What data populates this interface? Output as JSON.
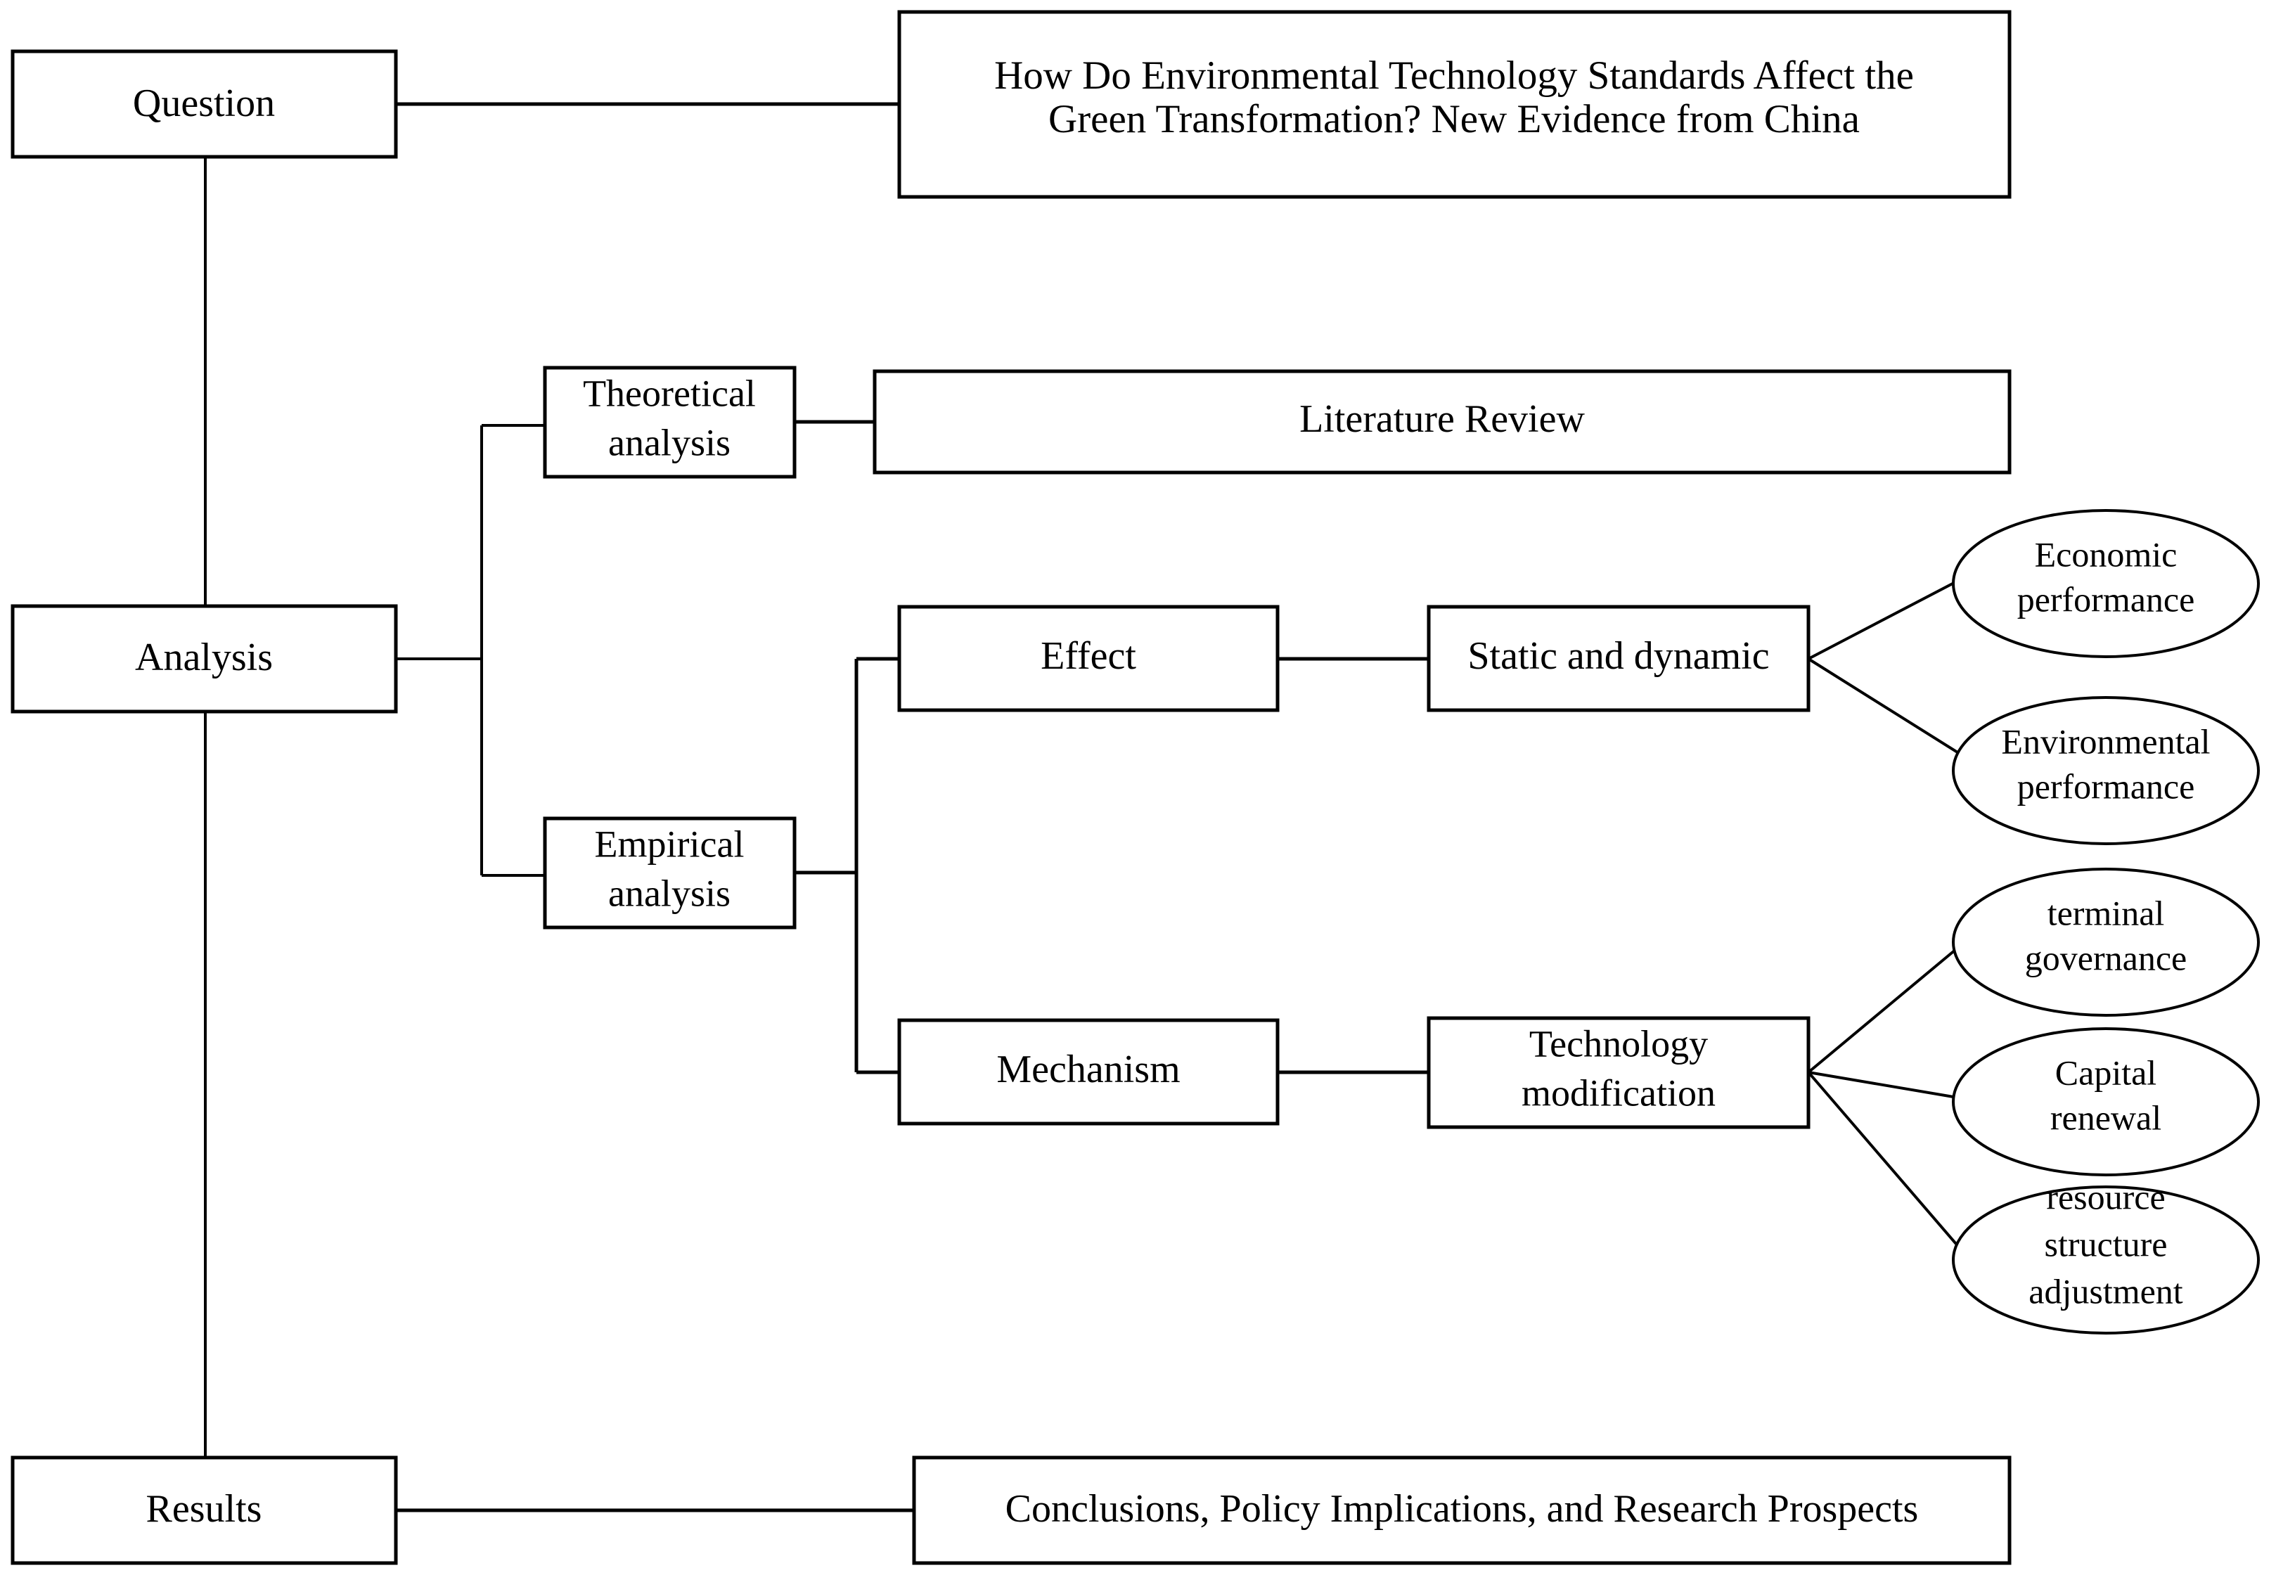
{
  "diagram": {
    "title": "Research Framework Flowchart",
    "stroke_color": "#000000",
    "fill_color": "#ffffff",
    "stages": {
      "question": "Question",
      "analysis": "Analysis",
      "results": "Results"
    },
    "boxes": {
      "paper_title_line1": "How Do Environmental Technology Standards Affect the",
      "paper_title_line2": "Green Transformation? New Evidence from China",
      "theoretical_line1": "Theoretical",
      "theoretical_line2": "analysis",
      "literature_review": "Literature Review",
      "empirical_line1": "Empirical",
      "empirical_line2": "analysis",
      "effect": "Effect",
      "static_and_dynamic": "Static and dynamic",
      "mechanism": "Mechanism",
      "technology_line1": "Technology",
      "technology_line2": "modification",
      "conclusions": "Conclusions, Policy Implications, and Research Prospects"
    },
    "ellipses": {
      "economic_line1": "Economic",
      "economic_line2": "performance",
      "environmental_line1": "Environmental",
      "environmental_line2": "performance",
      "terminal_line1": "terminal",
      "terminal_line2": "governance",
      "capital_line1": "Capital",
      "capital_line2": "renewal",
      "resource_line1": "resource",
      "resource_line2": "structure",
      "resource_line3": "adjustment"
    }
  }
}
